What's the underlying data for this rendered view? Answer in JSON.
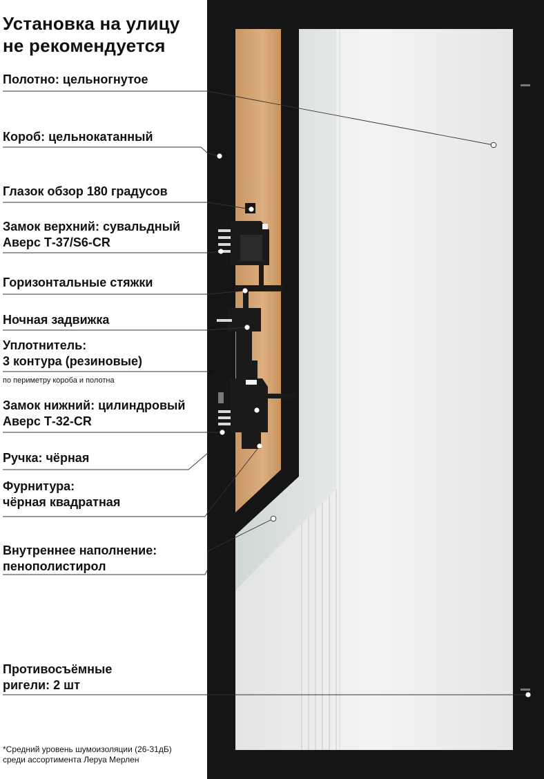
{
  "title": "Установка на улицу\nне рекомендуется",
  "labels": [
    {
      "id": "blade",
      "text": "Полотно: цельногнутое"
    },
    {
      "id": "frame",
      "text": "Короб: цельнокатанный"
    },
    {
      "id": "peephole",
      "text": "Глазок обзор 180 градусов"
    },
    {
      "id": "upper-lock",
      "text": "Замок верхний: сувальдный\nАверс Т-37/S6-CR"
    },
    {
      "id": "ties",
      "text": "Горизонтальные стяжки"
    },
    {
      "id": "night-latch",
      "text": "Ночная задвижка"
    },
    {
      "id": "seal",
      "text": "Уплотнитель:\n3 контура (резиновые)"
    },
    {
      "id": "seal-note",
      "text": "по периметру короба и полотна"
    },
    {
      "id": "lower-lock",
      "text": "Замок нижний: цилиндровый\nАверс Т-32-CR"
    },
    {
      "id": "handle",
      "text": "Ручка: чёрная"
    },
    {
      "id": "hardware",
      "text": "Фурнитура:\nчёрная квадратная"
    },
    {
      "id": "filling",
      "text": "Внутреннее наполнение:\nпенополистирол"
    },
    {
      "id": "anti-removal",
      "text": "Противосъёмные\nригели: 2 шт"
    }
  ],
  "footnote": "*Средний уровень шумоизоляции (26-31дБ)\nсреди ассортимента Леруа Мерлен",
  "colors": {
    "frame": "#151515",
    "panel": "#ebebeb",
    "insulation": "#cf9f70",
    "glass": "#d6dedc",
    "leader": "#333333"
  }
}
